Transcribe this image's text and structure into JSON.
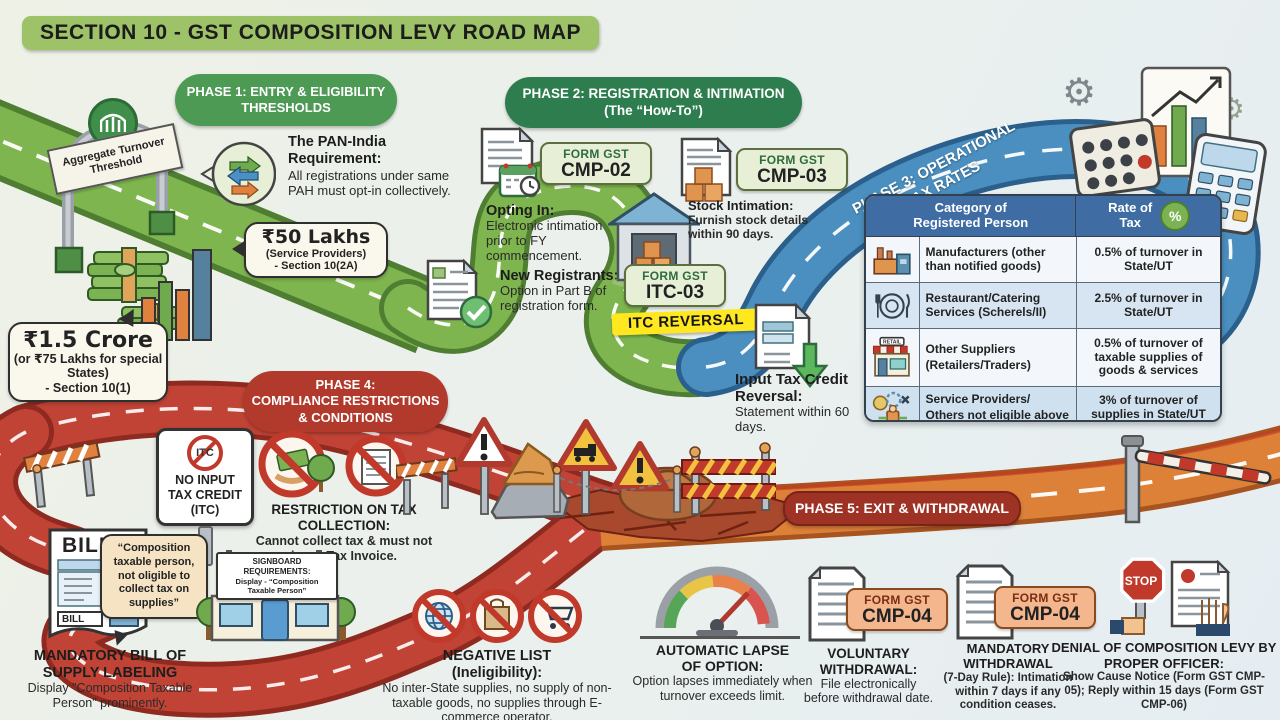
{
  "title": "SECTION 10 - GST COMPOSITION LEVY ROAD MAP",
  "colors": {
    "title_bg": "#9dc268",
    "phase1_green": "#4d9a55",
    "phase2_green": "#2e7d4f",
    "phase3_blue": "#3d6fa8",
    "phase4_red": "#b23a2c",
    "phase5_red": "#9e3325",
    "road_green": "#7eb54e",
    "road_blue": "#4a8fc0",
    "road_red": "#c04335",
    "road_orange": "#dd8038",
    "highlight_yellow": "#ffe81f"
  },
  "glyphs": {
    "gear": "⚙"
  },
  "phase1": {
    "header_line1": "PHASE 1: ENTRY & ELIGIBILITY",
    "header_line2": "THRESHOLDS",
    "arch_sign_line1": "Aggregate Turnover",
    "arch_sign_line2": "Threshold",
    "pan_india": {
      "heading": "The PAN-India Requirement:",
      "body": "All registrations under same PAH must opt-in collectively."
    },
    "threshold_service": {
      "amount": "₹50 Lakhs",
      "note": "(Service Providers)",
      "section": "- Section 10(2A)"
    },
    "threshold_main": {
      "amount": "₹1.5 Crore",
      "note": "(or ₹75 Lakhs for special States)",
      "section": "- Section 10(1)"
    }
  },
  "phase2": {
    "header_line1": "PHASE 2: REGISTRATION & INTIMATION",
    "header_line2": "(The “How-To”)",
    "cmp02": {
      "form_name": "FORM GST",
      "form_code": "CMP-02",
      "heading": "Opting In:",
      "body": "Electronic intimation prior to FY commencement."
    },
    "new_registrants": {
      "heading": "New Registrants:",
      "body": "Option in Part B of registration form."
    },
    "cmp03": {
      "form_name": "FORM GST",
      "form_code": "CMP-03",
      "heading": "Stock Intimation:",
      "body": "Furnish stock details within 90 days."
    },
    "itc03": {
      "form_name": "FORM GST",
      "form_code": "ITC-03",
      "tag": "ITC REVERSAL"
    },
    "itc_reversal": {
      "heading": "Input Tax Credit Reversal:",
      "body": "Statement within 60 days."
    }
  },
  "phase3": {
    "header_line1": "PHASE 3: OPERATIONAL",
    "header_line2": "TAX RATES",
    "decor_icons": [
      "calculator-icon",
      "gear-icon",
      "bar-chart-icon",
      "smartphone-calculator-icon"
    ],
    "table": {
      "header_category": "Category of Registered Person",
      "header_rate": "Rate of Tax",
      "percent_badge": "%",
      "retail_sign": "RETAIL",
      "rows": [
        {
          "icon": "factory-icon",
          "category": "Manufacturers (other than notified goods)",
          "rate": "0.5% of turnover in State/UT"
        },
        {
          "icon": "restaurant-icon",
          "category": "Restaurant/Catering Services (Scherels/II)",
          "rate": "2.5% of turnover in State/UT"
        },
        {
          "icon": "retail-store-icon",
          "category": "Other Suppliers (Retailers/Traders)",
          "rate": "0.5% of turnover of taxable supplies of goods & services"
        },
        {
          "icon": "service-provider-icon",
          "category": "Service Providers/ Others not eligible above",
          "rate": "3% of turnover of supplies in State/UT"
        }
      ]
    }
  },
  "phase4": {
    "header_line1": "PHASE 4:",
    "header_line2": "COMPLIANCE RESTRICTIONS",
    "header_line3": "& CONDITIONS",
    "no_itc": {
      "crossed": "ITC",
      "label": "NO INPUT TAX CREDIT (ITC)"
    },
    "tax_collection": {
      "heading": "RESTRICTION ON TAX COLLECTION:",
      "body": "Cannot collect tax & must not issue Tax Invoice."
    },
    "bill": {
      "doc_label": "BILL",
      "bubble": "“Composition taxable person, not oligible to collect tax on supplies”",
      "heading": "MANDATORY BILL OF SUPPLY LABELING",
      "body": "Display \"Composition Taxable Person\" prominently."
    },
    "signboard": {
      "line1": "SIGNBOARD REQUIREMENTS:",
      "line2": "Display - “Composition Taxable Person”"
    }
  },
  "phase5": {
    "header": "PHASE 5: EXIT & WITHDRAWAL",
    "negative_list": {
      "heading": "NEGATIVE LIST (Ineligibility):",
      "body": "No inter-State supplies, no supply of non-taxable goods, no supplies through E-commerce operator."
    },
    "auto_lapse": {
      "heading": "AUTOMATIC LAPSE OF OPTION:",
      "body": "Option lapses immediately when turnover exceeds limit."
    },
    "voluntary": {
      "form_name": "FORM GST",
      "form_code": "CMP-04",
      "heading": "VOLUNTARY WITHDRAWAL:",
      "body": "File electronically before withdrawal date."
    },
    "mandatory": {
      "form_name": "FORM GST",
      "form_code": "CMP-04",
      "heading": "MANDATORY WITHDRAWAL",
      "body": "(7-Day Rule): Intimation within 7 days if any condition ceases."
    },
    "denial": {
      "stop_label": "STOP",
      "heading": "DENIAL OF COMPOSITION LEVY BY PROPER OFFICER:",
      "body": "Show Cause Notice (Form GST CMP-05); Reply within 15 days (Form GST CMP-06)"
    }
  }
}
